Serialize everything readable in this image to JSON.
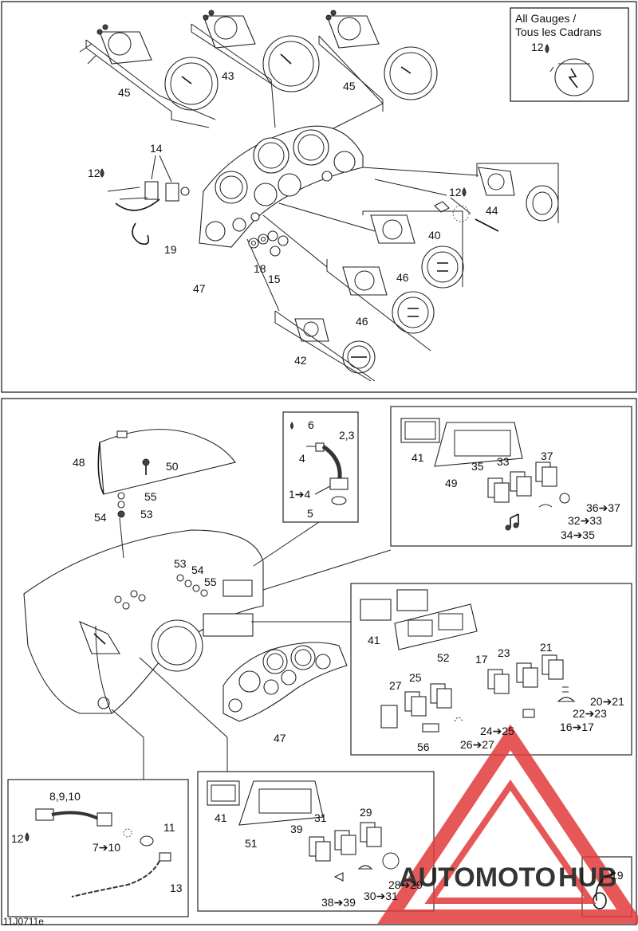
{
  "note_box": {
    "line1": "All Gauges /",
    "line2": "Tous les Cadrans",
    "callout": "12"
  },
  "callouts": {
    "c45a": "45",
    "c43": "43",
    "c45b": "45",
    "c14": "14",
    "c12a": "12",
    "c19a": "19",
    "c18": "18",
    "c15": "15",
    "c47a": "47",
    "c12b": "12",
    "c44": "44",
    "c40": "40",
    "c46a": "46",
    "c46b": "46",
    "c42": "42",
    "c48": "48",
    "c50": "50",
    "c55a": "55",
    "c54a": "54",
    "c53a": "53",
    "c6": "6",
    "c23": "2,3",
    "c4": "4",
    "c1to4": "1➔4",
    "c5": "5",
    "c41a": "41",
    "c49": "49",
    "c35": "35",
    "c33": "33",
    "c37": "37",
    "c36to37": "36➔37",
    "c32to33": "32➔33",
    "c34to35": "34➔35",
    "c53b": "53",
    "c54b": "54",
    "c55b": "55",
    "c41b": "41",
    "c52": "52",
    "c17": "17",
    "c23b": "23",
    "c21": "21",
    "c27": "27",
    "c25": "25",
    "c20to21": "20➔21",
    "c22to23": "22➔23",
    "c16to17": "16➔17",
    "c24to25": "24➔25",
    "c26to27": "26➔27",
    "c56": "56",
    "c47b": "47",
    "c8910": "8,9,10",
    "c11": "11",
    "c12c": "12",
    "c7to10": "7➔10",
    "c13": "13",
    "c41c": "41",
    "c51": "51",
    "c39": "39",
    "c31": "31",
    "c29": "29",
    "c28to29": "28➔29",
    "c30to31": "30➔31",
    "c38to39": "38➔39",
    "c19b": "19"
  },
  "footer": {
    "code": "11J0711e"
  },
  "watermark": {
    "brand_a": "AUTOMOTO",
    "brand_b": "HUB",
    "color_red": "#e23b3b",
    "color_gray": "#555555"
  }
}
